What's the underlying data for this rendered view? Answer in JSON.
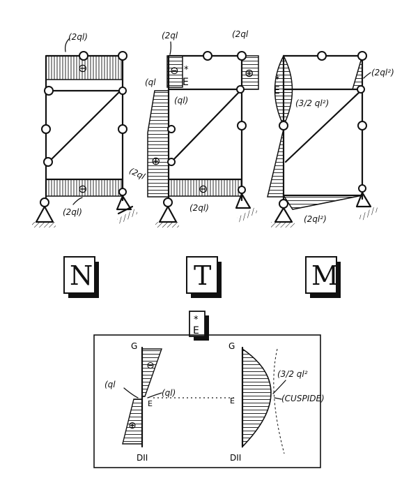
{
  "diagram_n": {
    "letter": "N",
    "label_top": "(2ql)",
    "label_bottom": "(2ql)",
    "sign_top": "⊖",
    "sign_bottom": "⊖"
  },
  "diagram_t": {
    "letter": "T",
    "label_top_left": "(2ql",
    "label_top_right": "(2ql",
    "label_mid_left": "(ql",
    "label_mid_inner": "(ql)",
    "label_star": "*",
    "label_e": "E",
    "label_left_low": "(2ql",
    "label_bottom": "(2ql)",
    "sign_plus": "⊕",
    "sign_minus": "⊖"
  },
  "diagram_m": {
    "letter": "M",
    "label_star": "*",
    "label_e": "E",
    "label_e_value": "(3/2 ql²)",
    "label_corner": "(2ql²)",
    "label_bottom": "(2ql²)"
  },
  "detail": {
    "header_star": "*",
    "header_e": "E",
    "g_left": "G",
    "g_right": "G",
    "d_left": "DII",
    "d_right": "DII",
    "e_left": "E",
    "e_right": "E",
    "label_ql_left": "(ql",
    "label_ql_right": "(ql)",
    "label_moment": "(3/2 ql²",
    "label_cuspide": "(CUSPIDE)"
  },
  "colors": {
    "ink": "#111111",
    "paper": "#ffffff"
  }
}
